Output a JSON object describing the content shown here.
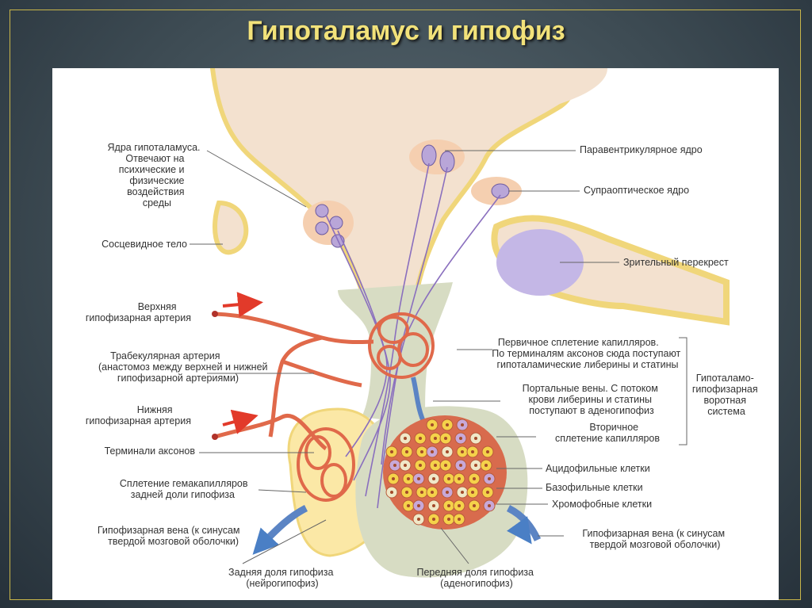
{
  "title": "Гипоталамус и гипофиз",
  "labels": {
    "hypothalamic_nuclei": [
      "Ядра гипоталамуса.",
      "Отвечают на",
      "психические и",
      "физические",
      "воздействия",
      "среды"
    ],
    "mammillary_body": [
      "Сосцевидное тело"
    ],
    "superior_artery": [
      "Верхняя",
      "гипофизарная артерия"
    ],
    "trabecular_artery": [
      "Трабекулярная артерия",
      "(анастомоз между верхней и нижней",
      "гипофизарной артериями)"
    ],
    "inferior_artery": [
      "Нижняя",
      "гипофизарная артерия"
    ],
    "axon_terminals": [
      "Терминали аксонов"
    ],
    "posterior_plexus": [
      "Сплетение гемакапилляров",
      "задней доли гипофиза"
    ],
    "vein_left": [
      "Гипофизарная вена (к синусам",
      "твердой мозговой оболочки)"
    ],
    "posterior_lobe": [
      "Задняя доля гипофиза",
      "(нейрогипофиз)"
    ],
    "anterior_lobe": [
      "Передняя доля гипофиза",
      "(аденогипофиз)"
    ],
    "paraventricular": [
      "Паравентрикулярное ядро"
    ],
    "supraoptic": [
      "Супраоптическое ядро"
    ],
    "optic_chiasm": [
      "Зрительный перекрест"
    ],
    "primary_plexus": [
      "Первичное сплетение капилляров.",
      "По терминалям аксонов сюда поступают",
      "гипоталамические либерины и статины"
    ],
    "portal_veins": [
      "Портальные вены. С потоком",
      "крови либерины и статины",
      "поступают в аденогипофиз"
    ],
    "secondary_plexus": [
      "Вторичное",
      "сплетение капилляров"
    ],
    "portal_system": [
      "Гипоталамо-",
      "гипофизарная",
      "воротная",
      "система"
    ],
    "acidophilic": [
      "Ацидофильные клетки"
    ],
    "basophilic": [
      "Базофильные клетки"
    ],
    "chromophobic": [
      "Хромофобные клетки"
    ],
    "vein_right": [
      "Гипофизарная вена (к синусам",
      "твердой мозговой оболочки)"
    ]
  },
  "colors": {
    "brain": "#f3e1cf",
    "brain_outline": "#f0d67a",
    "neurohypophysis": "#fbe8a6",
    "adenohypophysis": "#d7dcc3",
    "artery": "#e0694a",
    "vein": "#5b84c4",
    "nucleus": "#b9a6d8",
    "chiasm": "#c4b7e6"
  }
}
